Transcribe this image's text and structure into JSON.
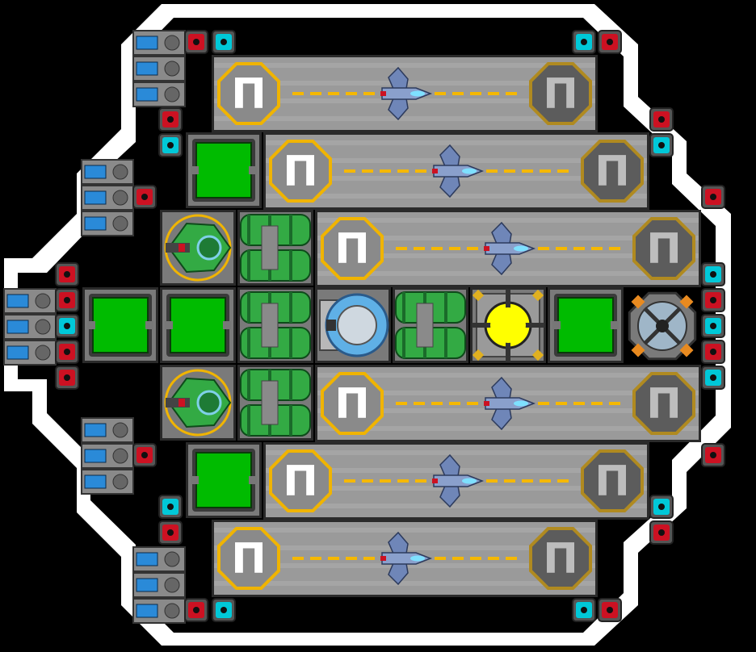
{
  "ship": {
    "colors": {
      "background": "#000000",
      "hull": "#ffffff",
      "floor": "#9a9a9a",
      "floor_stripe": "#b0b0b0",
      "wall": "#2a2a2a",
      "room": "#7a7a7a",
      "green_panel": "#00bb00",
      "tank_green": "#33aa44",
      "pad_yellow": "#f0b400",
      "pad_gold": "#b08a20",
      "dash": "#f5b800",
      "red_node": "#cc1122",
      "cyan_node": "#00c8d8",
      "thruster_blue": "#2a8ad8",
      "reactor_yellow": "#ffff00"
    },
    "hangars": [
      {
        "lane": 1,
        "fighter": "interceptor-icon"
      },
      {
        "lane": 2,
        "fighter": "interceptor-icon"
      },
      {
        "lane": 3,
        "fighter": "interceptor-icon"
      },
      {
        "lane": 4,
        "fighter": "interceptor-icon"
      },
      {
        "lane": 5,
        "fighter": "interceptor-icon"
      },
      {
        "lane": 6,
        "fighter": "interceptor-icon"
      }
    ],
    "landing_pad_glyph": "Π",
    "modules": {
      "reactor": "reactor-core-icon",
      "shield": "shield-generator-icon",
      "cockpit": "cockpit-icon",
      "turret": "green-turret-icon",
      "fuel": "fuel-tank-icon",
      "storage": "green-storage-icon",
      "thruster": "thruster-icon",
      "weapon_node": "weapon-node-icon"
    }
  }
}
